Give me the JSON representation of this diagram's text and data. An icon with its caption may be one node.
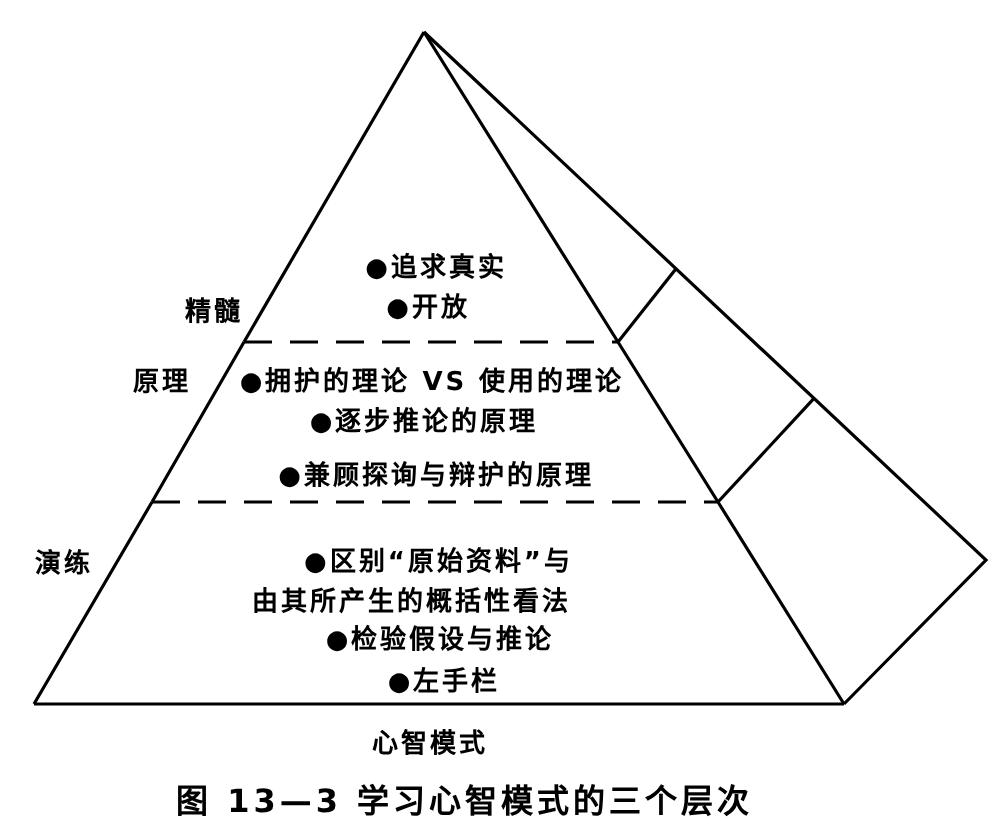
{
  "diagram": {
    "caption": "图 13—3 学习心智模式的三个层次",
    "nodes": [
      {
        "text": [
          "心智模式"
        ]
      },
      {
        "text": [
          "精髓",
          "●追求真实",
          "●开放"
        ],
        "in": 0
      },
      {
        "text": [
          "原理",
          "●拥护的理论 VS 使用的理论",
          "●逐步推论的原理",
          "●兼顾探询与辩护的原理"
        ],
        "in": 0
      },
      {
        "text": [
          "演练",
          "●区别“原始资料”与由其所产生的概括性看法",
          "●检验假设与推论",
          "●左手栏"
        ],
        "in": 0
      }
    ]
  }
}
